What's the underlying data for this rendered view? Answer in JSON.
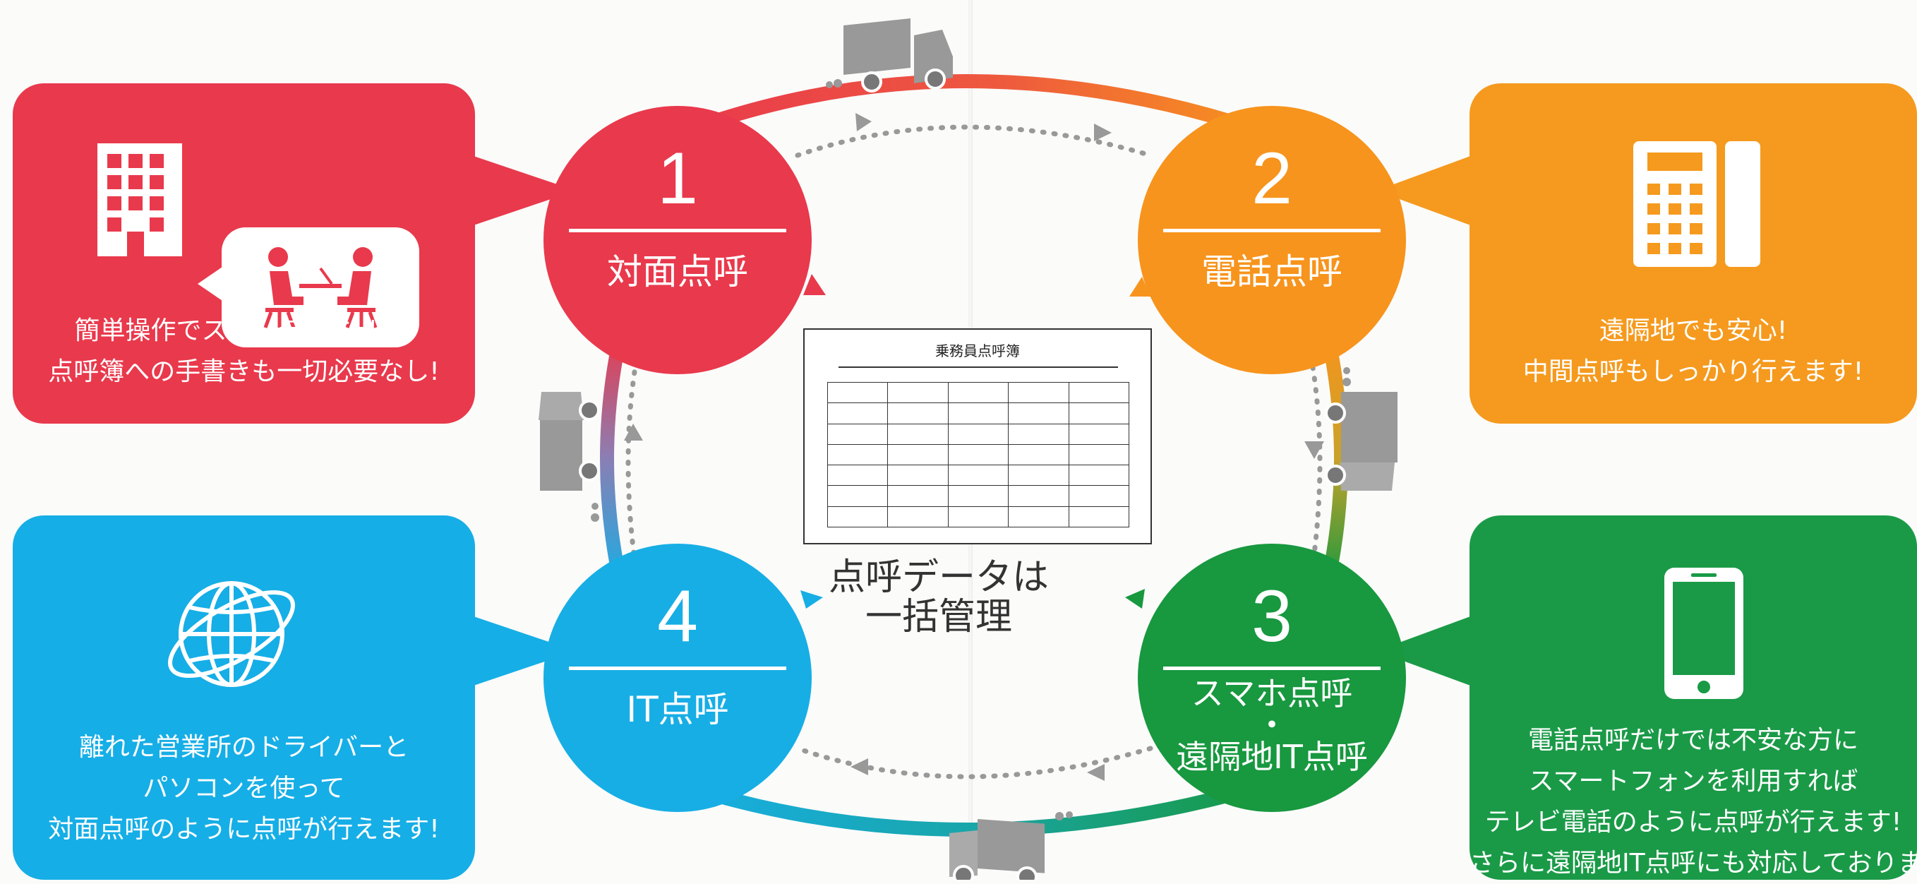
{
  "steps": [
    {
      "number": "1",
      "label": "対面点呼",
      "color": "#e9394c",
      "desc": [
        "簡単操作でスピーディに出発!",
        "点呼簿への手書きも一切必要なし!"
      ]
    },
    {
      "number": "2",
      "label": "電話点呼",
      "color": "#f7941d",
      "desc": [
        "遠隔地でも安心!",
        "中間点呼もしっかり行えます!"
      ]
    },
    {
      "number": "3",
      "label_lines": [
        "スマホ点呼",
        "・",
        "遠隔地IT点呼"
      ],
      "color": "#18983f",
      "desc": [
        "電話点呼だけでは不安な方に",
        "スマートフォンを利用すれば",
        "テレビ電話のように点呼が行えます!",
        "さらに遠隔地IT点呼にも対応しております。"
      ]
    },
    {
      "number": "4",
      "label": "IT点呼",
      "color": "#17aee5",
      "desc": [
        "離れた営業所のドライバーと",
        "パソコンを使って",
        "対面点呼のように点呼が行えます!"
      ]
    }
  ],
  "center": {
    "lines": [
      "点呼データは",
      "一括管理"
    ]
  },
  "roster": {
    "title": "乗務員点呼簿"
  },
  "icons": [
    "building-icon",
    "meeting-icon",
    "phone-icon",
    "smartphone-icon",
    "globe-icon",
    "truck-icon"
  ]
}
